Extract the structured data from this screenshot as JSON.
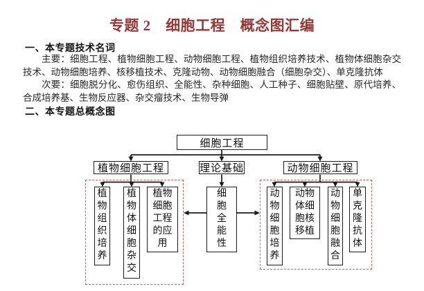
{
  "page": {
    "title": "专题 2　细胞工程　概念图汇编"
  },
  "sections": {
    "terms_heading": "一、本专题技术名词",
    "terms_primary": "主要：细胞工程、植物细胞工程、动物细胞工程、植物组织培养技术、植物体细胞杂交技术、动物细胞培养、核移植技术、克隆动物、动物细胞融合（细胞杂交）、单克隆抗体",
    "terms_secondary": "次要：细胞脱分化、愈伤组织、全能性、杂种细胞、人工种子、细胞贴壁、原代培养、合成培养基、生物反应器、杂交瘤技术、生物导弹",
    "diagram_heading": "二、本专题总概念图"
  },
  "diagram": {
    "root": {
      "label": "细胞工程"
    },
    "branches": {
      "plant": {
        "label": "植物细胞工程"
      },
      "theory": {
        "label": "理论基础"
      },
      "animal": {
        "label": "动物细胞工程"
      }
    },
    "totipotency": {
      "label": "细胞全能性",
      "display": "细\n胞\n全\n能\n性"
    },
    "plant_children": [
      {
        "label": "植物组织培养",
        "display": "植\n物\n组\n织\n培\n养"
      },
      {
        "label": "植物体细胞杂交",
        "display": "植\n物\n体\n细\n胞\n杂\n交"
      },
      {
        "label": "植物细胞工程的应用",
        "display": "植物\n细胞\n工程\n的应\n用"
      }
    ],
    "animal_children": [
      {
        "label": "动物细胞培养",
        "display": "动\n物\n细\n胞\n培\n养"
      },
      {
        "label": "动物体细胞核移植",
        "display": "动物\n体细\n胞核\n移植"
      },
      {
        "label": "动物细胞融合",
        "display": "动\n物\n细\n胞\n融\n合"
      },
      {
        "label": "单克隆抗体",
        "display": "单\n克\n隆\n抗\n体"
      }
    ],
    "colors": {
      "title_red": "#953735",
      "dashed_border": "#cc5c5c",
      "connector": "#1a1a1a"
    }
  }
}
